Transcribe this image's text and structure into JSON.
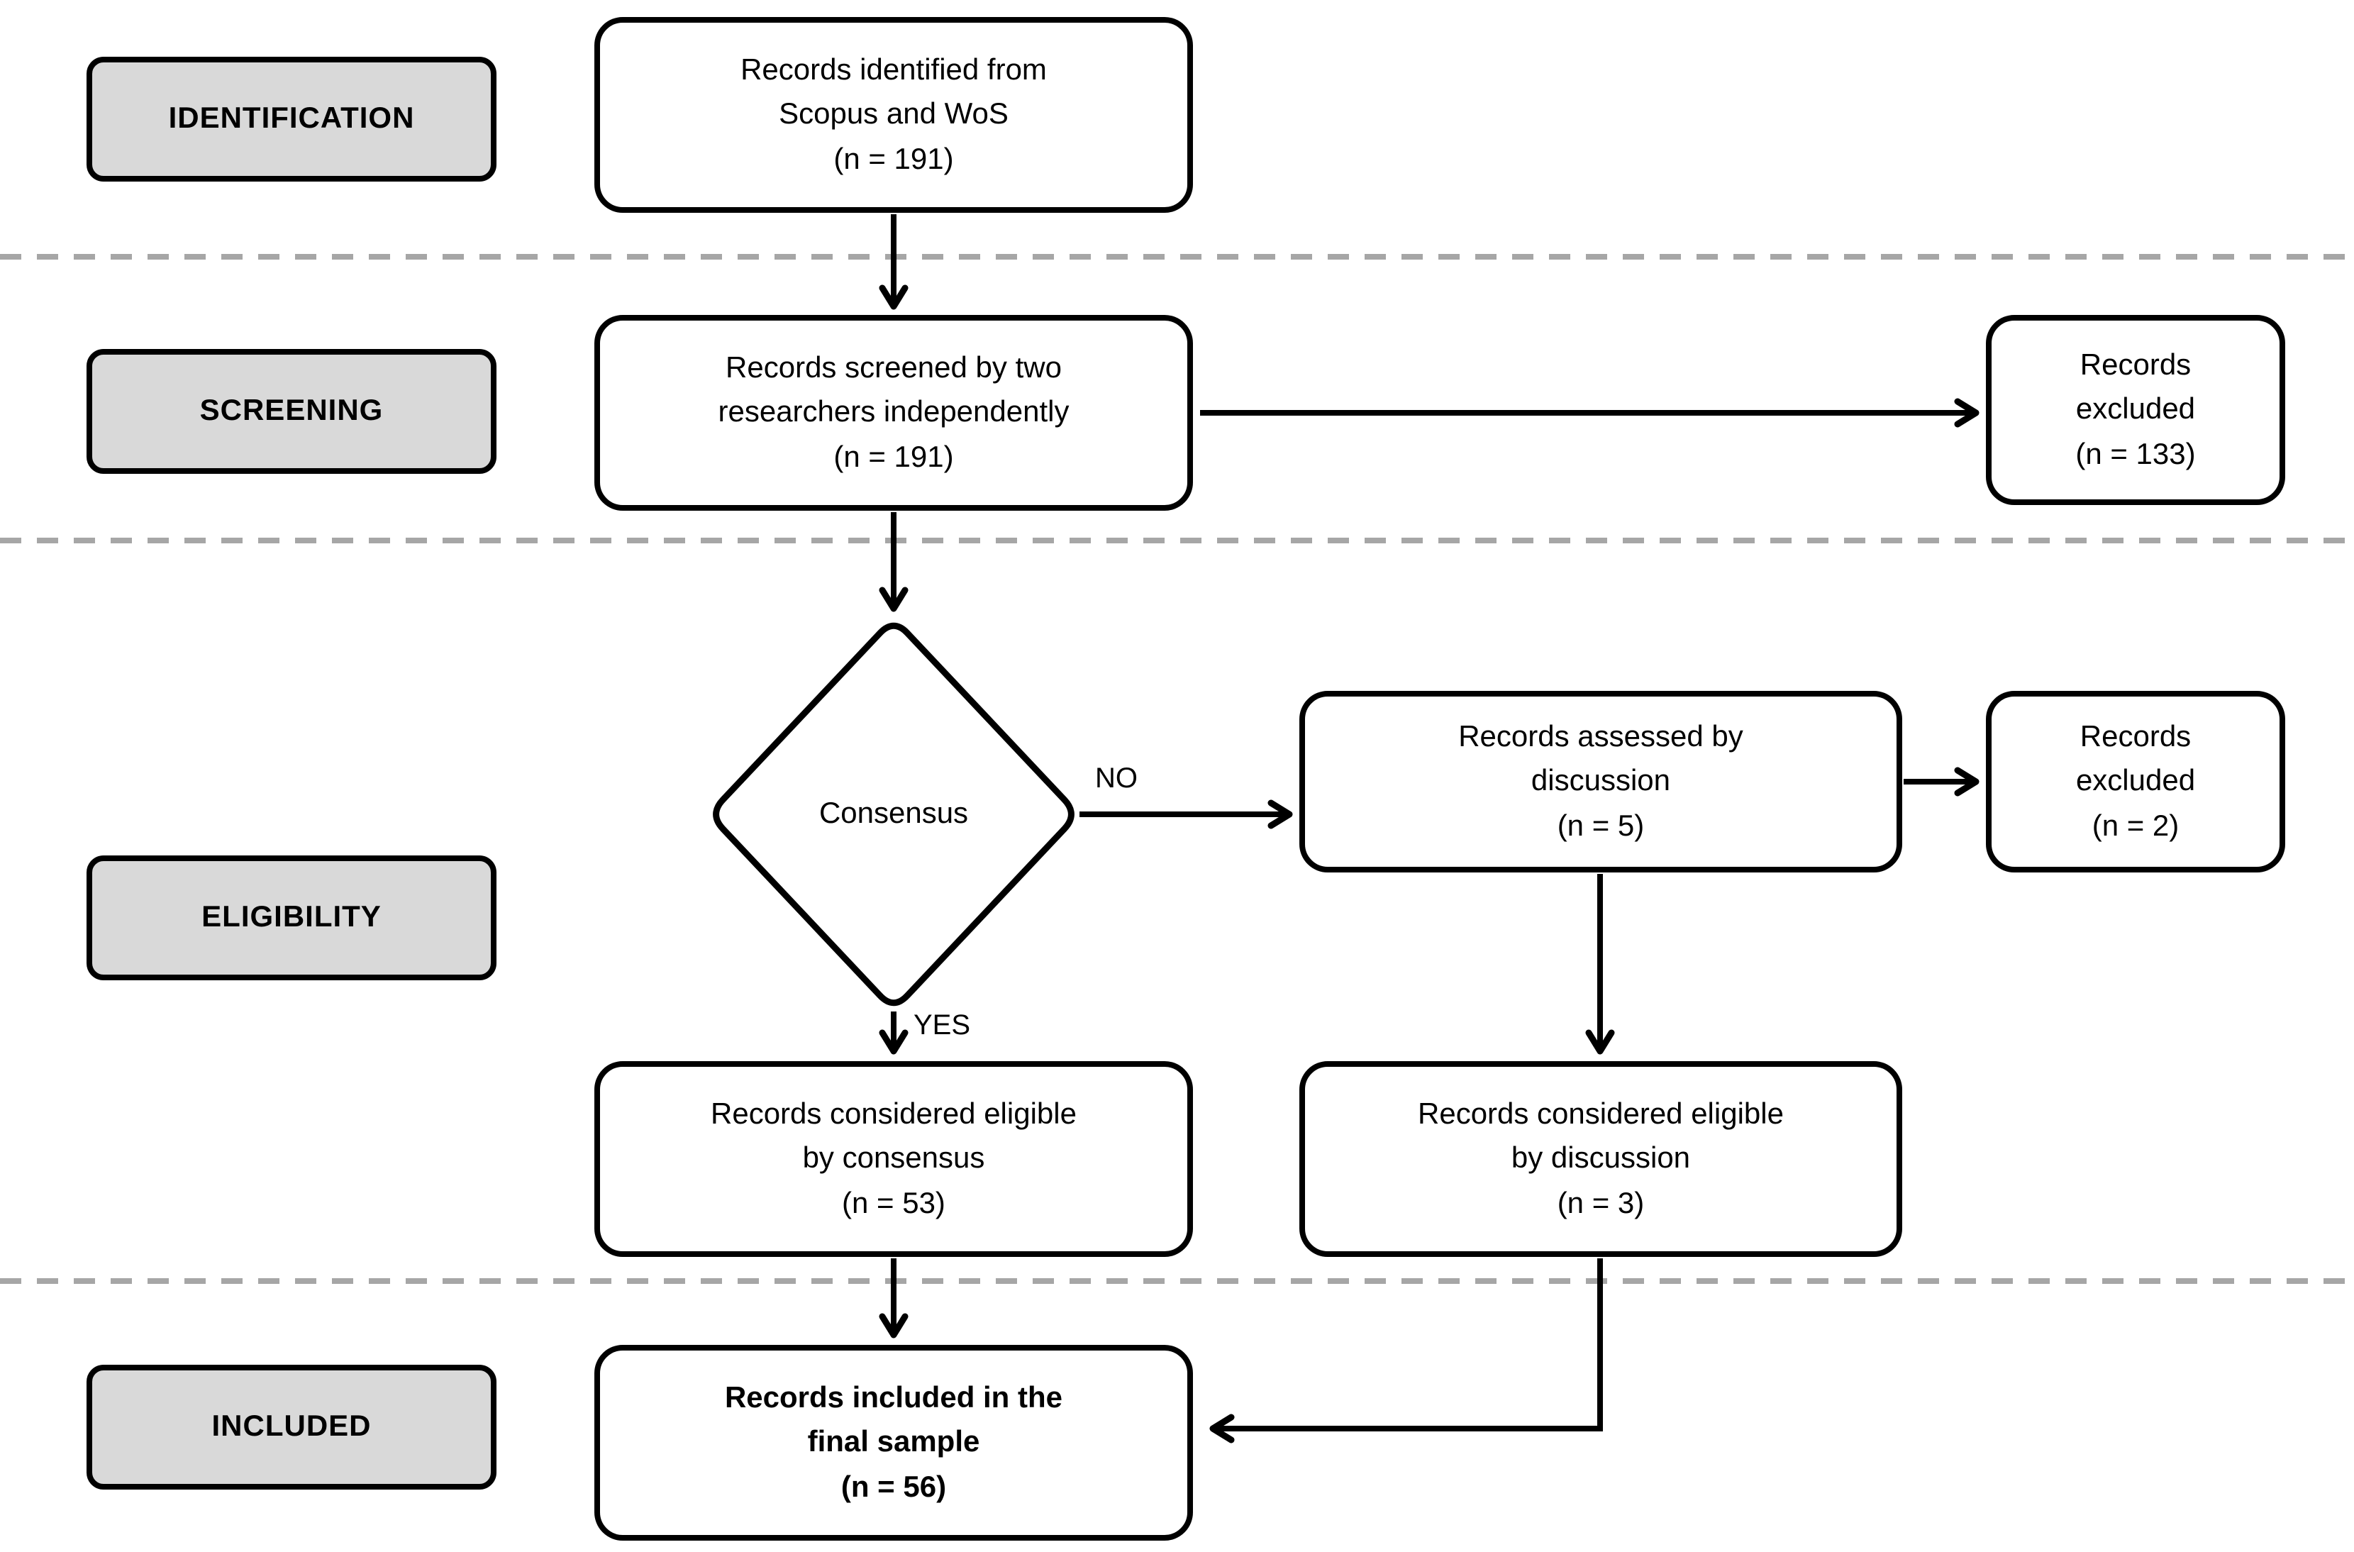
{
  "stages": {
    "identification": "IDENTIFICATION",
    "screening": "SCREENING",
    "eligibility": "ELIGIBILITY",
    "included": "INCLUDED"
  },
  "nodes": {
    "identified": {
      "text": "Records identified from\nScopus and WoS\n(n = 191)",
      "n": 191
    },
    "screened": {
      "text": "Records screened by two\nresearchers independently\n(n = 191)",
      "n": 191
    },
    "excluded_screening": {
      "text": "Records\nexcluded\n(n = 133)",
      "n": 133
    },
    "assessed_discussion": {
      "text": "Records assessed by\ndiscussion\n(n = 5)",
      "n": 5
    },
    "excluded_discussion": {
      "text": "Records\nexcluded\n(n = 2)",
      "n": 2
    },
    "eligible_consensus": {
      "text": "Records considered eligible\nby consensus\n(n = 53)",
      "n": 53
    },
    "eligible_discussion": {
      "text": "Records considered eligible\nby discussion\n(n = 3)",
      "n": 3
    },
    "included_final": {
      "text": "Records included in the\nfinal sample\n(n = 56)",
      "n": 56
    }
  },
  "decision": {
    "text": "Consensus",
    "no": "NO",
    "yes": "YES"
  },
  "colors": {
    "stage_fill": "#d9d9d9",
    "box_fill": "#ffffff",
    "line": "#000000",
    "divider": "#a6a6a6",
    "background": "#ffffff"
  }
}
